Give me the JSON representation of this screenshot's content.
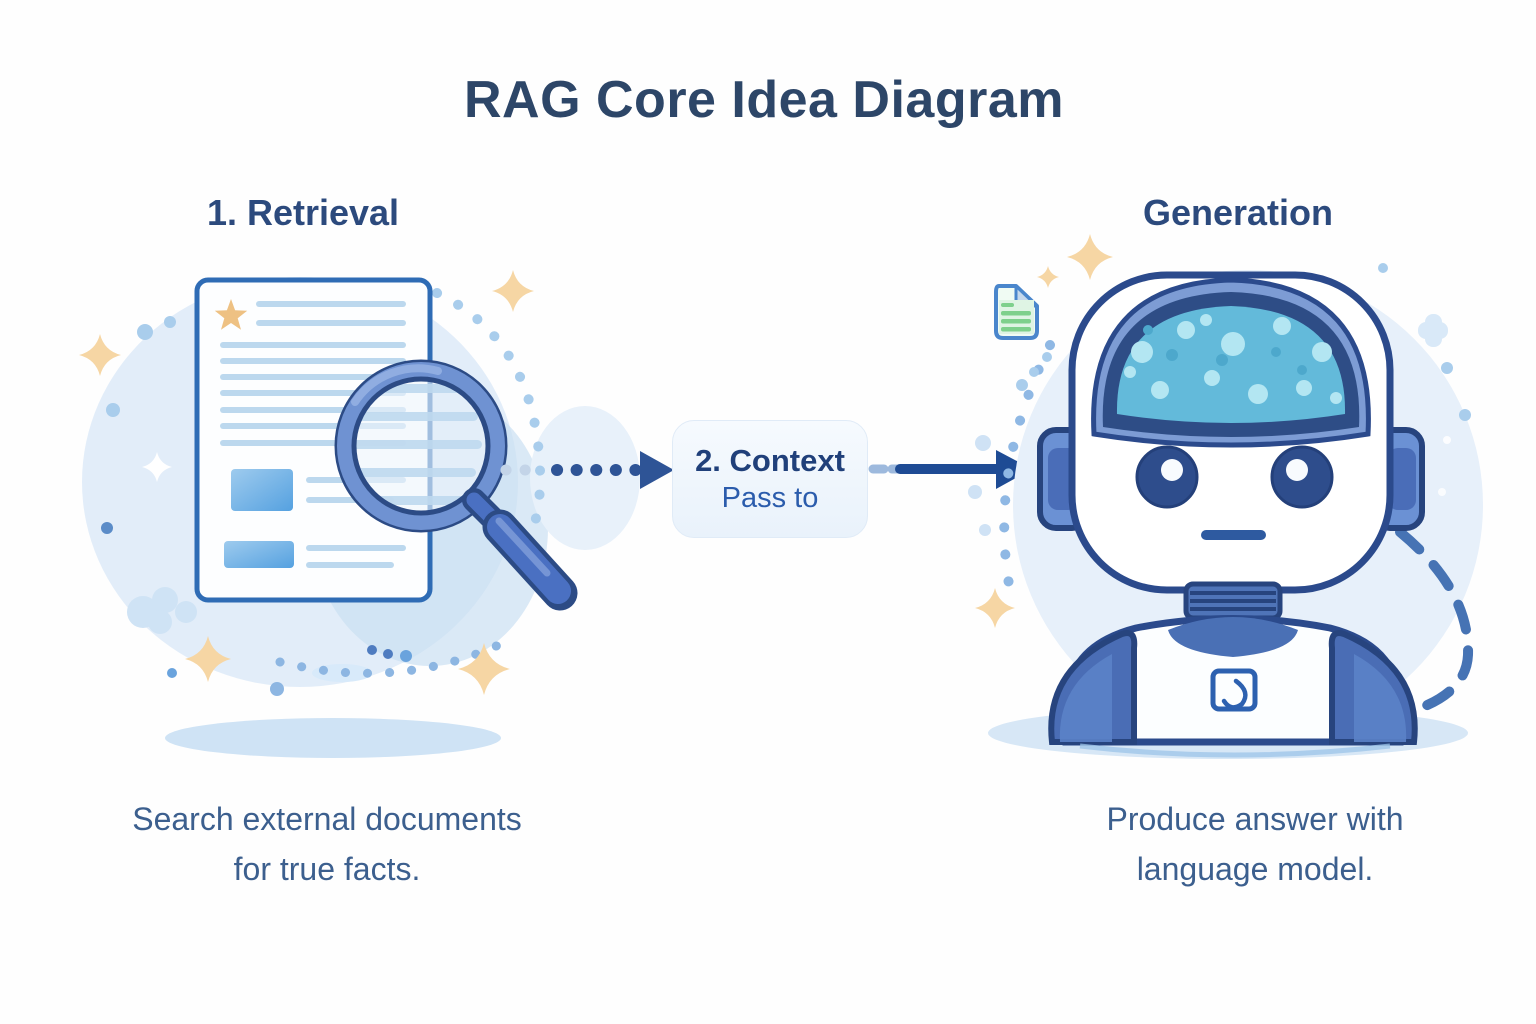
{
  "title": "RAG Core Idea Diagram",
  "sections": {
    "retrieval": {
      "heading": "1. Retrieval",
      "caption_line1": "Search external documents",
      "caption_line2": "for true facts."
    },
    "generation": {
      "heading": "Generation",
      "caption_line1": "Produce answer with",
      "caption_line2": "language model."
    }
  },
  "context_box": {
    "step_label": "2. Context",
    "sub_label": "Pass to"
  },
  "icons": {
    "retrieval_illustration": "document-with-magnifying-glass",
    "generation_illustration": "robot-with-ai-brain",
    "mini_document": "green-document-icon",
    "flow_left": "dotted-arrow-right",
    "flow_right": "solid-arrow-right",
    "decorations": "sparkles-and-dots"
  },
  "colors": {
    "title_text": "#2d4668",
    "heading_text": "#2c4a7d",
    "caption_text": "#3c5f8e",
    "context_step_text": "#20407a",
    "context_sub_text": "#2b5cac",
    "context_box_bg": "#eef5fc",
    "arrow": "#1e4b94",
    "dotted_arrow": "#2e5496",
    "outline_navy": "#2b4a8c",
    "document_border": "#2f6cb5",
    "document_line": "#bcd8ee",
    "image_block_blue": "#55a1e0",
    "magnifier_rim": "#6f92d2",
    "magnifier_handle": "#4a70c2",
    "robot_brain": "#63bada",
    "robot_ear": "#6b91d4",
    "robot_shoulder": "#4a6db5",
    "background_blob": "#ddeaf8",
    "sparkle_orange": "#f6d6a4",
    "mini_doc_green": "#7ed08c",
    "shadow_blue": "#cfe3f5"
  }
}
